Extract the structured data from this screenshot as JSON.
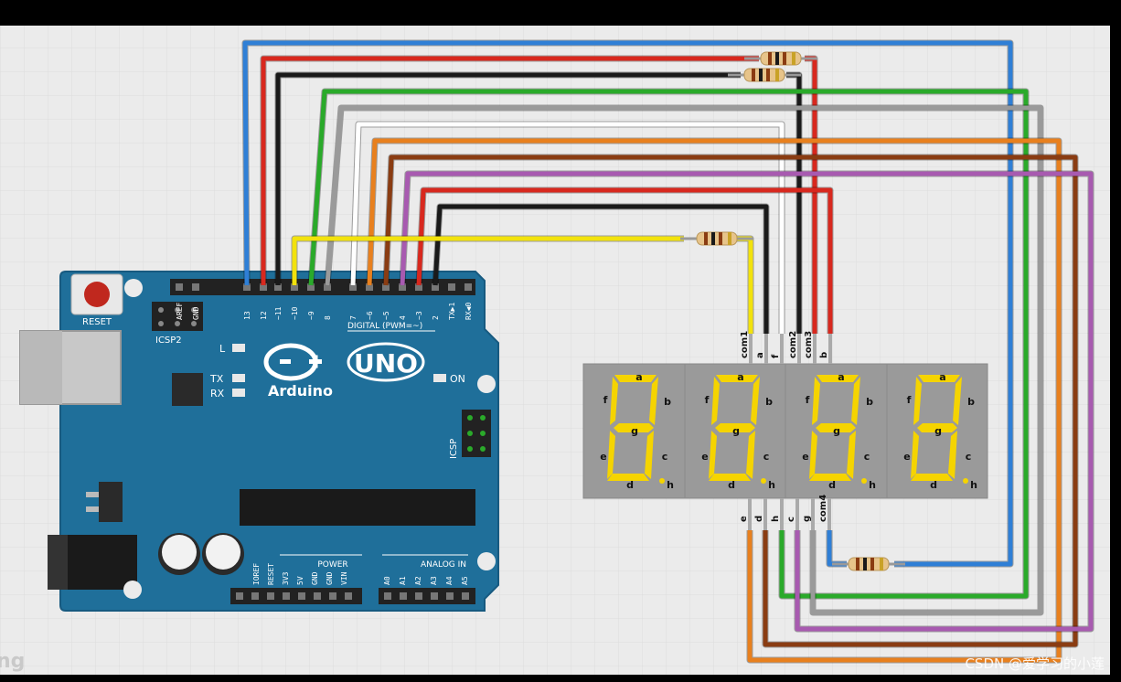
{
  "canvas": {
    "background": "#ebebeb",
    "grid_color": "#dcdcdc"
  },
  "arduino": {
    "brand": "Arduino",
    "model": "UNO",
    "board_color": "#1f6f9a",
    "reset_label": "RESET",
    "icsp2_label": "ICSP2",
    "icsp_label": "ICSP",
    "led_l": "L",
    "led_tx": "TX",
    "led_rx": "RX",
    "led_on": "ON",
    "digital_label": "DIGITAL (PWM=~)",
    "power_label": "POWER",
    "analog_label": "ANALOG IN",
    "digital_pins": [
      "AREF",
      "GND",
      "13",
      "12",
      "~11",
      "~10",
      "~9",
      "8",
      "7",
      "~6",
      "~5",
      "4",
      "~3",
      "2",
      "TX▶1",
      "RX◀0"
    ],
    "power_pins": [
      "IOREF",
      "RESET",
      "3V3",
      "5V",
      "GND",
      "GND",
      "VIN"
    ],
    "analog_pins": [
      "A0",
      "A1",
      "A2",
      "A3",
      "A4",
      "A5"
    ]
  },
  "display": {
    "top_pins": [
      "com1",
      "a",
      "f",
      "com2",
      "com3",
      "b"
    ],
    "bottom_pins": [
      "e",
      "d",
      "h",
      "c",
      "g",
      "com4"
    ],
    "segment_labels": [
      "a",
      "b",
      "c",
      "d",
      "e",
      "f",
      "g",
      "h"
    ],
    "segment_color": "#f5d400"
  },
  "wire_colors": {
    "blue": "#2f7fd6",
    "red": "#d8281e",
    "black": "#1a1a1a",
    "green": "#2aaa2a",
    "gray": "#9a9a9a",
    "white": "#ffffff",
    "orange": "#e8801e",
    "brown": "#8a3c12",
    "purple": "#a85ab0",
    "yellow": "#f2e20c"
  },
  "watermark": "CSDN @爱学习的小莲",
  "corner_text": "ng"
}
